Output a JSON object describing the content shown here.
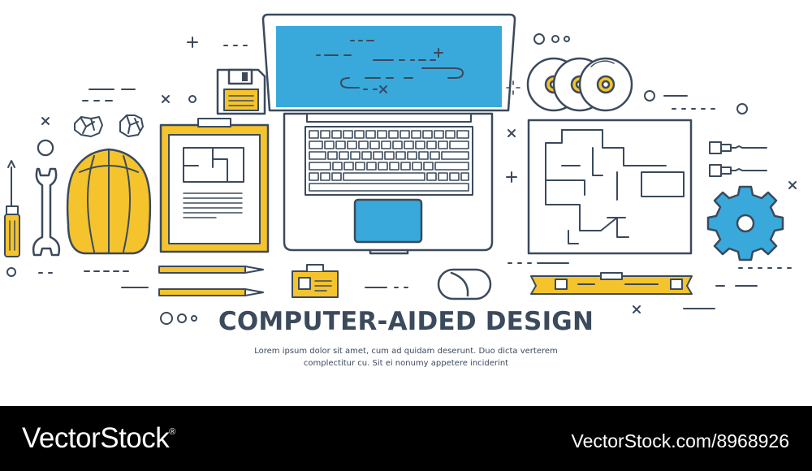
{
  "title": "COMPUTER-AIDED DESIGN",
  "subtitle": {
    "line1": "Lorem ipsum dolor sit amet, cum ad quidam deserunt. Duo dicta verterem",
    "line2": "complectitur cu. Sit ei nonumy appetere inciderint"
  },
  "footer": {
    "brand": "VectorStock",
    "registered": "®",
    "url": "VectorStock.com/8968926"
  },
  "colors": {
    "outline": "#3b4a5c",
    "yellow": "#f5c32c",
    "blue": "#39a9dc",
    "background": "#ffffff",
    "footer": "#000000"
  },
  "icons": [
    "laptop-icon",
    "floppy-disk-icon",
    "clipboard-icon",
    "hard-hat-icon",
    "wrench-icon",
    "screwdriver-icon",
    "cd-discs-icon",
    "blueprint-icon",
    "usb-cable-icon",
    "gear-icon",
    "pencil-icon",
    "id-badge-icon",
    "mouse-icon",
    "spirit-level-icon"
  ]
}
